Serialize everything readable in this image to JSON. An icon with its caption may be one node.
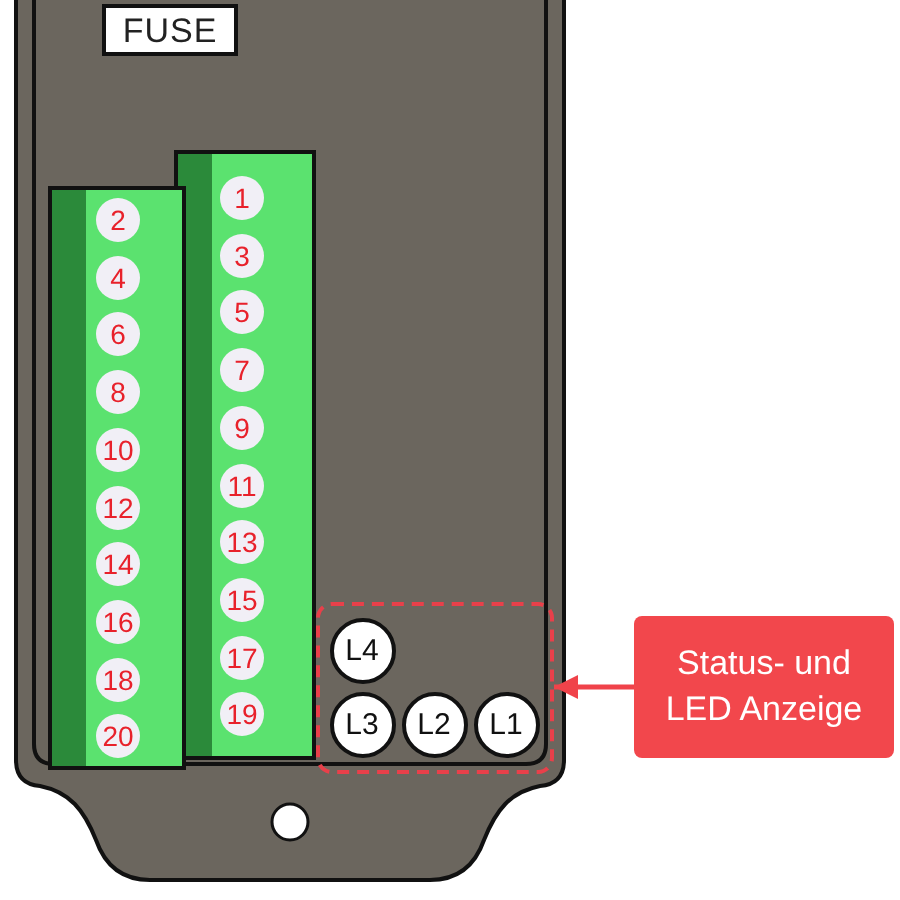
{
  "diagram": {
    "nodes": [
      {
        "text": [
          "FUSE"
        ]
      },
      {
        "text": [],
        "shape": "box"
      },
      {
        "text": [
          "2"
        ],
        "in": 1
      },
      {
        "text": [
          "4"
        ],
        "in": 1
      },
      {
        "text": [
          "6"
        ],
        "in": 1
      },
      {
        "text": [
          "8"
        ],
        "in": 1
      },
      {
        "text": [
          "10"
        ],
        "in": 1
      },
      {
        "text": [
          "12"
        ],
        "in": 1
      },
      {
        "text": [
          "14"
        ],
        "in": 1
      },
      {
        "text": [
          "16"
        ],
        "in": 1
      },
      {
        "text": [
          "18"
        ],
        "in": 1
      },
      {
        "text": [
          "20"
        ],
        "in": 1
      },
      {
        "text": [],
        "shape": "box"
      },
      {
        "text": [
          "1"
        ],
        "in": 12
      },
      {
        "text": [
          "3"
        ],
        "in": 12
      },
      {
        "text": [
          "5"
        ],
        "in": 12
      },
      {
        "text": [
          "7"
        ],
        "in": 12
      },
      {
        "text": [
          "9"
        ],
        "in": 12
      },
      {
        "text": [
          "11"
        ],
        "in": 12
      },
      {
        "text": [
          "13"
        ],
        "in": 12
      },
      {
        "text": [
          "15"
        ],
        "in": 12
      },
      {
        "text": [
          "17"
        ],
        "in": 12
      },
      {
        "text": [
          "19"
        ],
        "in": 12
      },
      {
        "text": [],
        "shape": "box"
      },
      {
        "text": [
          "L4"
        ],
        "in": 23
      },
      {
        "text": [
          "L3"
        ],
        "in": 23
      },
      {
        "text": [
          "L2"
        ],
        "in": 23
      },
      {
        "text": [
          "L1"
        ],
        "in": 23
      },
      {
        "text": [
          "Status- und LED Anzeige"
        ]
      }
    ],
    "edges": [
      {
        "from": 28,
        "to": 23,
        "arrow": "to"
      }
    ]
  }
}
